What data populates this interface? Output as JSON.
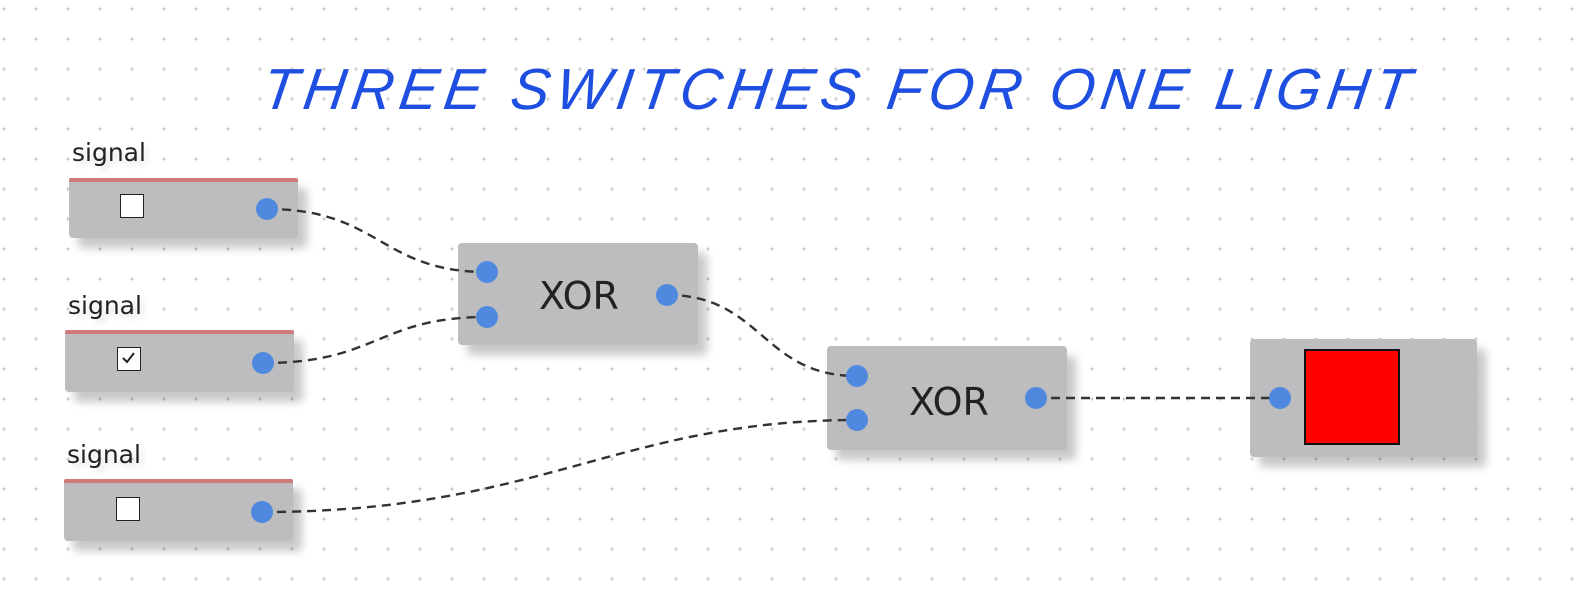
{
  "title": "THREE SWITCHES FOR ONE LIGHT",
  "signals": [
    {
      "label": "signal",
      "checked": false
    },
    {
      "label": "signal",
      "checked": true
    },
    {
      "label": "signal",
      "checked": false
    }
  ],
  "gates": [
    {
      "label": "XOR"
    },
    {
      "label": "XOR"
    }
  ],
  "output": {
    "state": "off"
  },
  "colors": {
    "title": "#1f4fe0",
    "node_fill": "#bdbdbf",
    "signal_border": "#cf7b7b",
    "port": "#4f88df",
    "wire": "#333333",
    "lamp": "#ff0000"
  }
}
